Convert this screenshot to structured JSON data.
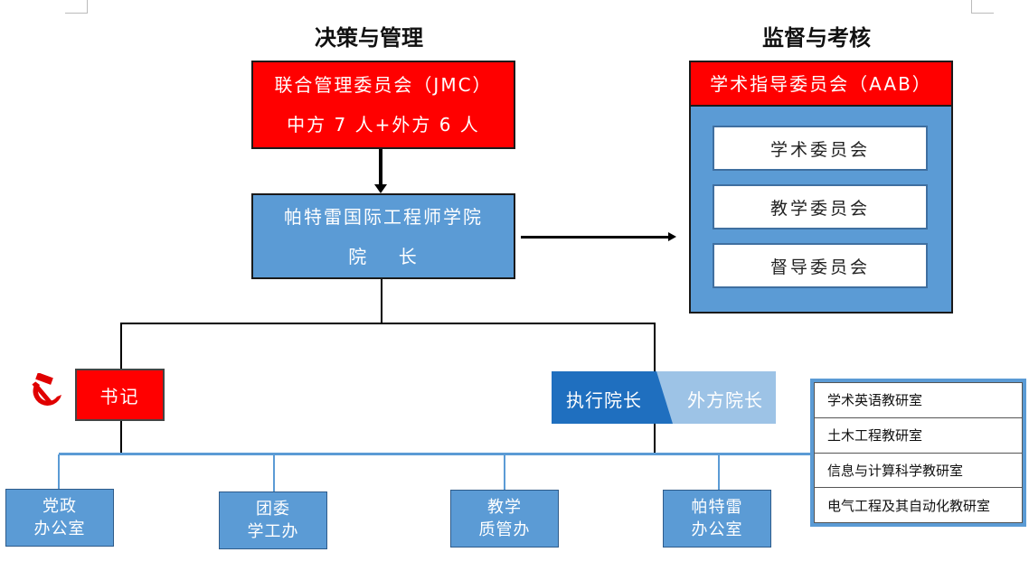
{
  "headings": {
    "decision": "决策与管理",
    "supervision": "监督与考核"
  },
  "jmc": {
    "title": "联合管理委员会（JMC）",
    "members": "中方 7 人+外方 6 人"
  },
  "dean_box": {
    "line1": "帕特雷国际工程师学院",
    "line2": "院    长"
  },
  "aab": {
    "title": "学术指导委员会（AAB）",
    "committees": [
      "学术委员会",
      "教学委员会",
      "督导委员会"
    ]
  },
  "secretary": {
    "label": "书记"
  },
  "executive": {
    "left": "执行院长",
    "right": "外方院长"
  },
  "offices": [
    {
      "line1": "党政",
      "line2": "办公室"
    },
    {
      "line1": "团委",
      "line2": "学工办"
    },
    {
      "line1": "教学",
      "line2": "质管办"
    },
    {
      "line1": "帕特雷",
      "line2": "办公室"
    }
  ],
  "teaching_sections": [
    "学术英语教研室",
    "土木工程教研室",
    "信息与计算科学教研室",
    "电气工程及其自动化教研室"
  ],
  "icons": {
    "party": "hammer-sickle-icon"
  },
  "colors": {
    "red": "#ff0000",
    "blue": "#5b9bd5",
    "dark_blue": "#1f6fbf",
    "light_blue": "#9dc3e6"
  }
}
